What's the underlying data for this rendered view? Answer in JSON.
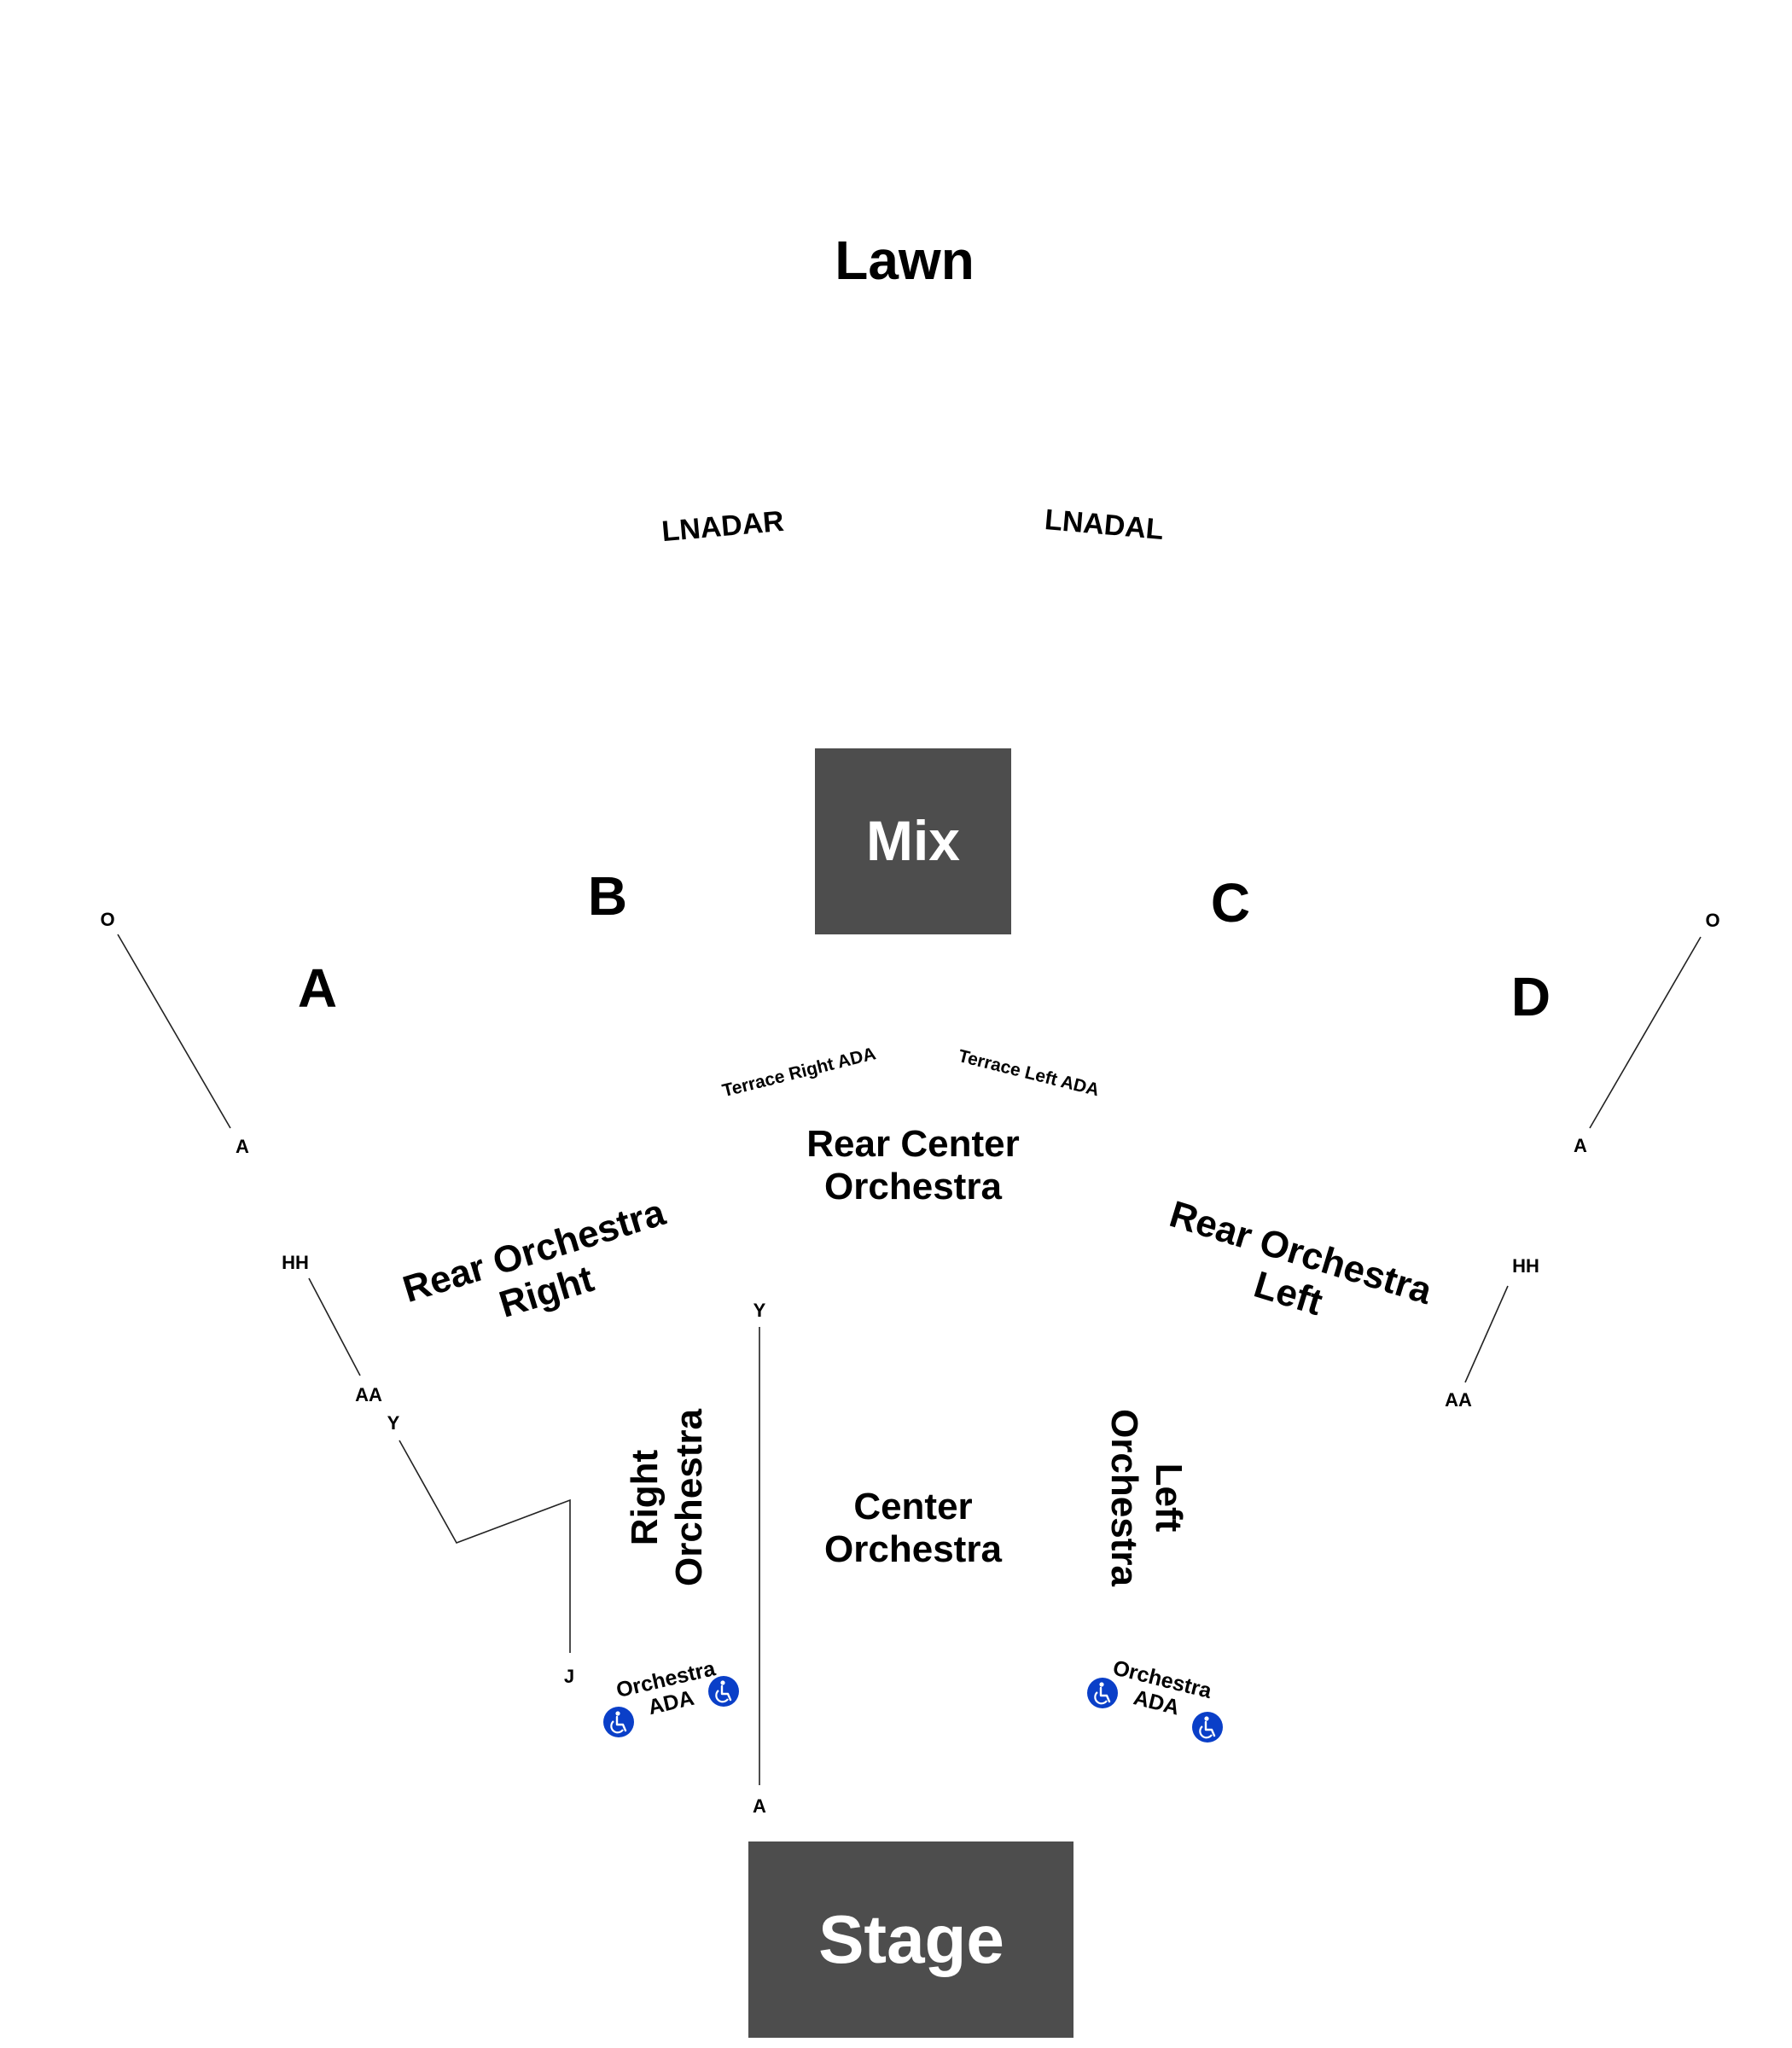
{
  "venue_map": {
    "lawn": "Lawn",
    "lawn_ada_right": "LNADAR",
    "lawn_ada_left": "LNADAL",
    "mix": "Mix",
    "stage": "Stage",
    "sections": {
      "a": "A",
      "b": "B",
      "c": "C",
      "d": "D"
    },
    "terrace_right_ada": "Terrace Right ADA",
    "terrace_left_ada": "Terrace Left ADA",
    "rear_center_orchestra": [
      "Rear Center",
      "Orchestra"
    ],
    "rear_orchestra_right": [
      "Rear Orchestra",
      "Right"
    ],
    "rear_orchestra_left": [
      "Rear Orchestra",
      "Left"
    ],
    "center_orchestra": [
      "Center",
      "Orchestra"
    ],
    "right_orchestra": [
      "Right",
      "Orchestra"
    ],
    "left_orchestra": [
      "Left",
      "Orchestra"
    ],
    "orchestra_ada_right": [
      "Orchestra",
      "ADA"
    ],
    "orchestra_ada_left": [
      "Orchestra",
      "ADA"
    ],
    "row_labels": {
      "a_top": "O",
      "a_bottom": "A",
      "d_top": "O",
      "d_bottom": "A",
      "ror_top": "HH",
      "ror_bottom": "AA",
      "rol_top": "HH",
      "rol_bottom": "AA",
      "ro_top": "Y",
      "ro_bottom": "J",
      "co_top": "Y",
      "co_bottom": "A"
    },
    "colors": {
      "box_fill": "#4d4d4d",
      "ada_icon": "#0a3fc8"
    },
    "icons": [
      "wheelchair-icon"
    ]
  }
}
